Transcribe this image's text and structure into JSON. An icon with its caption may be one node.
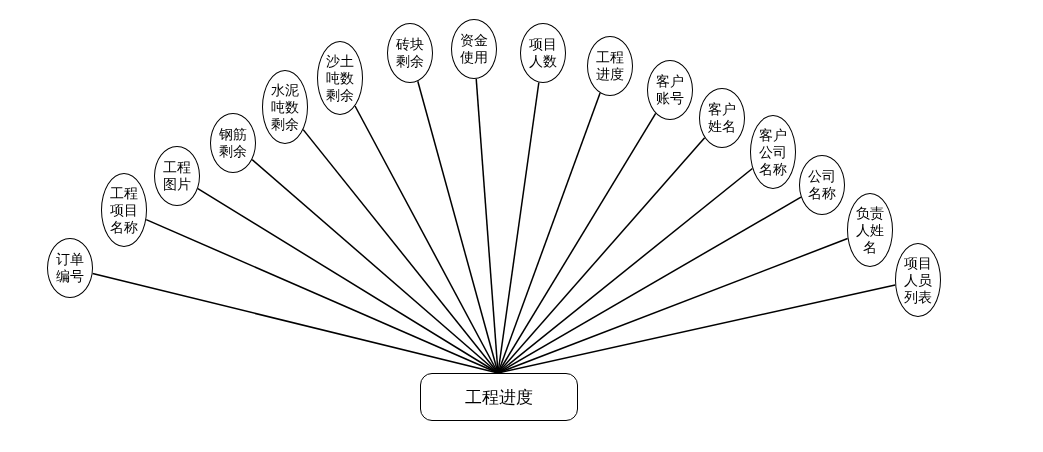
{
  "diagram": {
    "nodes": [
      {
        "text": [
          "订单编号"
        ]
      },
      {
        "text": [
          "工程项目名称"
        ]
      },
      {
        "text": [
          "工程图片"
        ]
      },
      {
        "text": [
          "钢筋剩余"
        ]
      },
      {
        "text": [
          "水泥吨数剩余"
        ]
      },
      {
        "text": [
          "沙土吨数剩余"
        ]
      },
      {
        "text": [
          "砖块剩余"
        ]
      },
      {
        "text": [
          "资金使用"
        ]
      },
      {
        "text": [
          "项目人数"
        ]
      },
      {
        "text": [
          "工程进度"
        ]
      },
      {
        "text": [
          "客户账号"
        ]
      },
      {
        "text": [
          "客户姓名"
        ]
      },
      {
        "text": [
          "客户公司名称"
        ]
      },
      {
        "text": [
          "公司名称"
        ]
      },
      {
        "text": [
          "负责人姓名"
        ]
      },
      {
        "text": [
          "项目人员列表"
        ]
      },
      {
        "text": [
          "工程进度"
        ]
      }
    ],
    "edges": [
      {
        "from": 16,
        "to": 0,
        "arrow": "none"
      },
      {
        "from": 16,
        "to": 1,
        "arrow": "none"
      },
      {
        "from": 16,
        "to": 2,
        "arrow": "none"
      },
      {
        "from": 16,
        "to": 3,
        "arrow": "none"
      },
      {
        "from": 16,
        "to": 4,
        "arrow": "none"
      },
      {
        "from": 16,
        "to": 5,
        "arrow": "none"
      },
      {
        "from": 16,
        "to": 6,
        "arrow": "none"
      },
      {
        "from": 16,
        "to": 7,
        "arrow": "none"
      },
      {
        "from": 16,
        "to": 8,
        "arrow": "none"
      },
      {
        "from": 16,
        "to": 9,
        "arrow": "none"
      },
      {
        "from": 16,
        "to": 10,
        "arrow": "none"
      },
      {
        "from": 16,
        "to": 11,
        "arrow": "none"
      },
      {
        "from": 16,
        "to": 12,
        "arrow": "none"
      },
      {
        "from": 16,
        "to": 13,
        "arrow": "none"
      },
      {
        "from": 16,
        "to": 14,
        "arrow": "none"
      },
      {
        "from": 16,
        "to": 15,
        "arrow": "none"
      }
    ]
  }
}
